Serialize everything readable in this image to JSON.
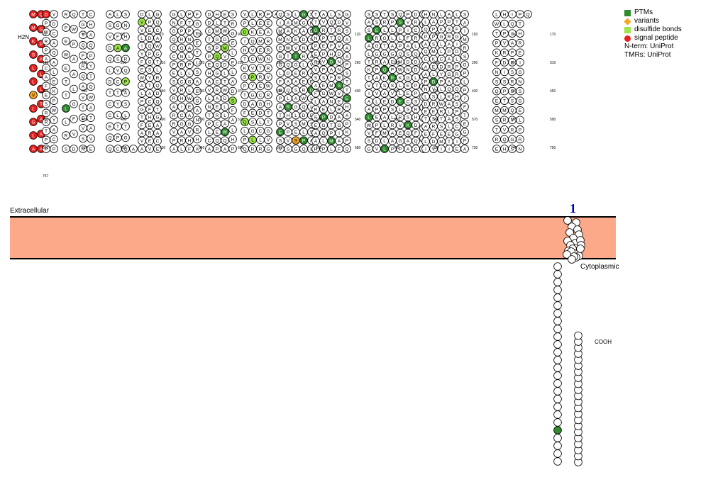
{
  "legend": {
    "ptm": "PTMs",
    "variants": "variants",
    "disulfide": "disulfide bonds",
    "signal": "signal peptide",
    "nterm_source": "N-term: UniProt",
    "tmr_source": "TMRs: UniProt"
  },
  "labels": {
    "extracellular": "Extracellular",
    "cytoplasmic": "Cytoplasmic",
    "nterm": "H2N",
    "cterm": "COOH",
    "tm_number": "1"
  },
  "colors": {
    "ptm": "#2e8b2e",
    "variant": "#f5a623",
    "disulfide": "#9be64a",
    "signal": "#e8211f",
    "membrane": "#fca98a",
    "tm_number": "#0000cc"
  },
  "sequence": {
    "length": 757,
    "signal_peptide": [
      1,
      22
    ],
    "transmembrane": [
      686,
      708
    ],
    "residue_number_labels": [
      20,
      40,
      60,
      70,
      80,
      90,
      100,
      110,
      120,
      130,
      140,
      150,
      160,
      170,
      180,
      190,
      200,
      210,
      220,
      230,
      240,
      250,
      260,
      270,
      280,
      290,
      300,
      310,
      320,
      330,
      340,
      350,
      360,
      370,
      380,
      390,
      400,
      410,
      420,
      430,
      440,
      450,
      460,
      470,
      480,
      490,
      500,
      510,
      520,
      530,
      540,
      550,
      560,
      570,
      580,
      590,
      600,
      610,
      620,
      630,
      640,
      650,
      660,
      670,
      680,
      710,
      720,
      730,
      740,
      750,
      757
    ],
    "columns": [
      "MMKSLLVLGLAAAATLLAPGQ",
      "DPWRPACAFESRRTPPPCAYWPKELAQACDV",
      "RPEWETTLLRSDVFGLAAPWQ",
      "TGTQFRQAVTCVSNEVATAWQTYPQAHC",
      "ASVDQLDTCCEQQCPTLYTCVSAFGLSNHARQPASLTGQA",
      "DVVLIYFEWALPGTFAVAVEREHFCATYSGPQDEPLGQCAWGTLRQDQTGAACE",
      "GNGQCCPESVRARRVPALRAGCIHRCLRNQRPFLPTPNALPLGLWEAGVHFAHRNAGEASLTEEGF",
      "DDCTSPEHAVLNTPLCAPQECREARCGQQPGMLHETWDMVDLTWDLLAWQAPHLAFSDALELEGRS",
      "VPDIHTKSPTDFQLPQRLGSEAGYPVCVQKLLREEMEWTRECGDLCLRGVGTTHRWVRNRRAEPA",
      "QIMMEGGLFSPATPESVSVPVHRLQADQTWNAASLMKEVTGEASAGLSESGQPLMDQWRERLRNDAGGSKDSAAVAEDLLESSAL",
      "TTGNPEPVSAFLRFEAAHPLQGPEAGESPVPEPRVALQTTFHDAFMWNLDTPMLFAIGAREVSRNNDVQRDSGVSAAAPSTTEHAPKPQ",
      "SASLALTKTVIAALWVSGVDFPEPLVTAPRGGRESSTRLGTGAQKSAEPALMLLPAARLSDVSRPEGALLPSQSPLPQMWKLLELRVEGPAAQKSSCEEGNDSAFIVPDRCRLQDDLPPSRHDFQCLLPAPTDSSTLVGA",
      "HLQPAQCAAPNLDETAELIVDFRSERSVDLEKMSPPANLPKGLLCDYPLLWRTSEMIITELALAKQAGRAPARSPALTFGIDLPRAQHSPSCGIEAPGETFIPLPGSRMIAS",
      "LWTPKFNSQEMSTREHQVRMTPSIDRVPLHIQIAPESRSSQVRGSNRPLEGSNGIERHTPQ"
    ]
  }
}
